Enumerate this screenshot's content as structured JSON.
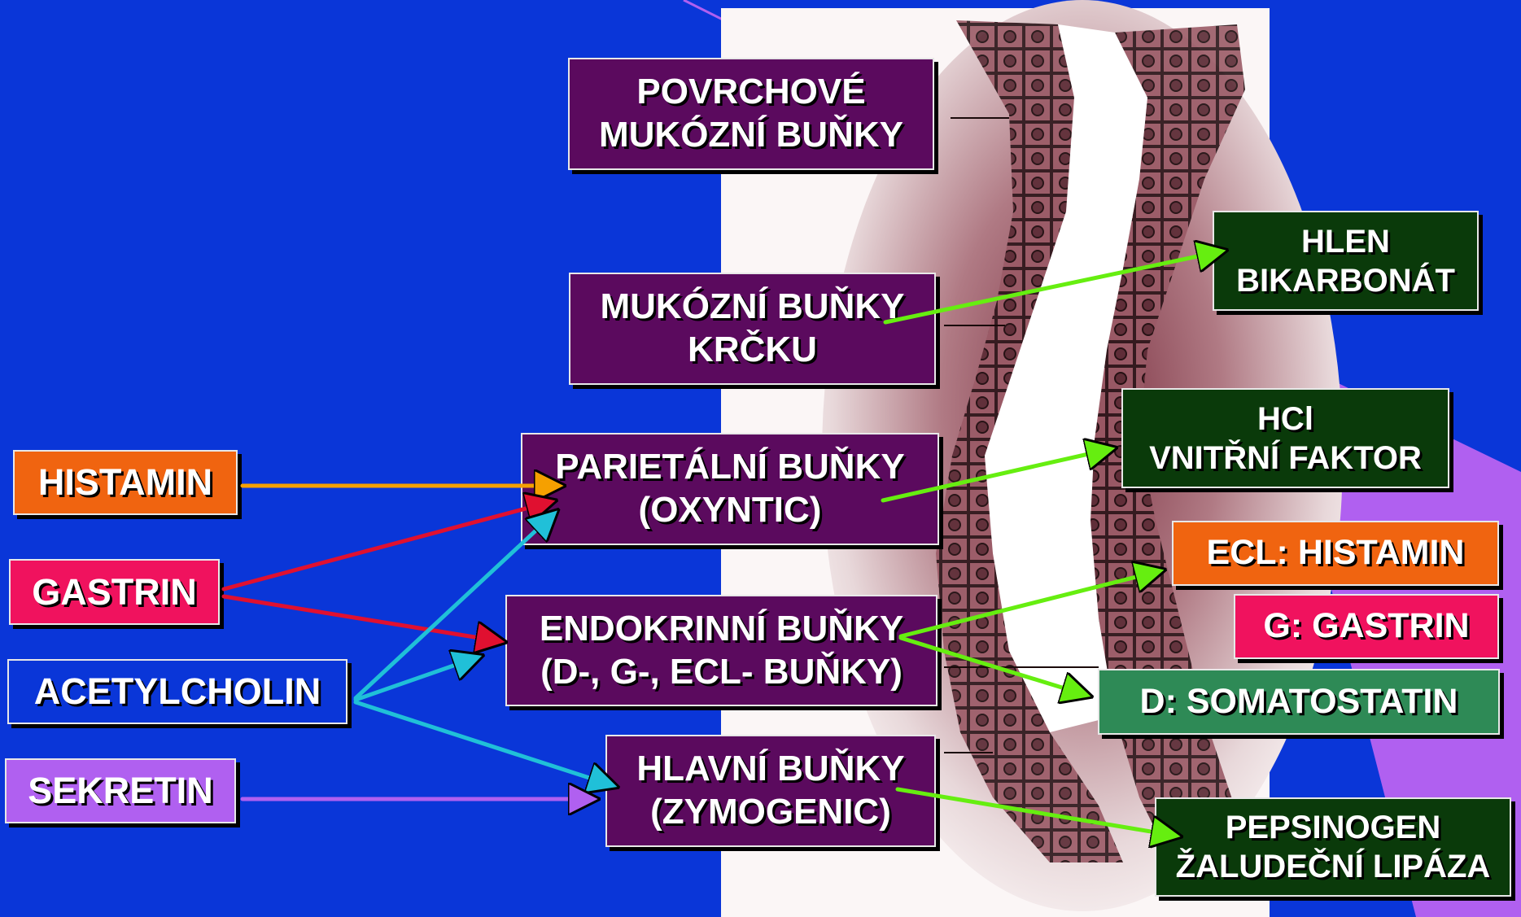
{
  "stimuli": {
    "histamin": "HISTAMIN",
    "gastrin": "GASTRIN",
    "acetylcholin": "ACETYLCHOLIN",
    "sekretin": "SEKRETIN"
  },
  "cells": {
    "surface_mucous": [
      "POVRCHOVÉ",
      "MUKÓZNÍ BUŇKY"
    ],
    "neck_mucous": [
      "MUKÓZNÍ BUŇKY",
      "KRČKU"
    ],
    "parietal": [
      "PARIETÁLNÍ BUŇKY",
      "(OXYNTIC)"
    ],
    "endocrine": [
      "ENDOKRINNÍ BUŇKY",
      "(D-, G-, ECL- BUŇKY)"
    ],
    "chief": [
      "HLAVNÍ BUŇKY",
      "(ZYMOGENIC)"
    ]
  },
  "products": {
    "mucus": [
      "HLEN",
      "BIKARBONÁT"
    ],
    "hcl": [
      "HCl",
      "VNITŘNÍ FAKTOR"
    ],
    "ecl": "ECL: HISTAMIN",
    "g_cell": "G: GASTRIN",
    "d_cell": "D: SOMATOSTATIN",
    "pepsinogen": [
      "PEPSINOGEN",
      "ŽALUDEČNÍ LIPÁZA"
    ]
  },
  "colors": {
    "background": "#0a36d8",
    "cell_box": "#5b0a5e",
    "product_box": "#0a3a0a",
    "histamin": "#f06410",
    "gastrin": "#f0125e",
    "acetylcholin": "#0a36d8",
    "sekretin": "#b060f0",
    "somatostatin": "#2e8a56",
    "arrow_histamin": "#f5a000",
    "arrow_gastrin": "#e01030",
    "arrow_acetylcholin": "#20c0d8",
    "arrow_sekretin": "#b060f0",
    "arrow_product": "#66ee10"
  },
  "illustration": "gastric-gland-histology"
}
